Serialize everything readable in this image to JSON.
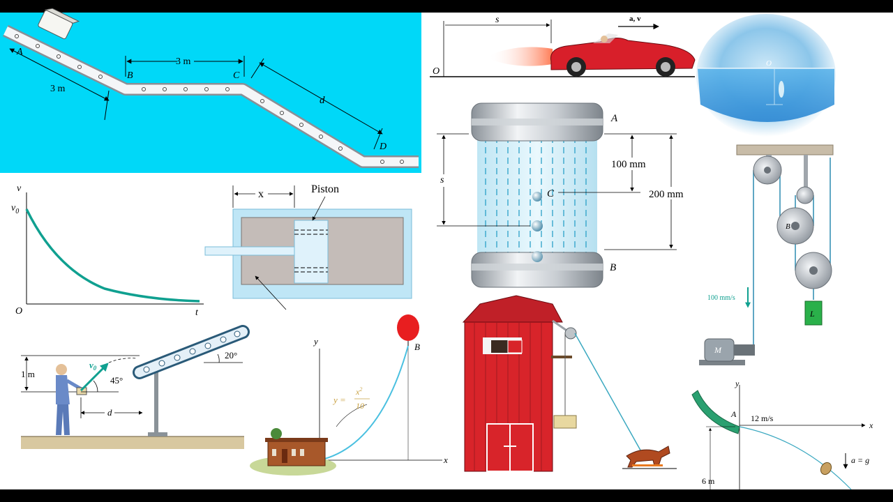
{
  "colors": {
    "frame": "#000000",
    "panel_bg": "#ffffff",
    "conveyor_bg": "#00d8f8",
    "curve": "#10a090",
    "barn_red": "#d8242a",
    "car_red": "#d81f2a",
    "water": "#4aa8e0",
    "rope": "#3aa8c0"
  },
  "conveyor": {
    "label_A": "A",
    "label_B": "B",
    "label_C": "C",
    "label_D": "D",
    "dim_top": "3 m",
    "dim_left": "3 m",
    "dim_d": "d"
  },
  "car": {
    "label_s": "s",
    "label_av": "a, v",
    "label_O": "O"
  },
  "water_drop": {
    "label_O": "O"
  },
  "cylinder": {
    "label_A": "A",
    "label_B": "B",
    "label_C": "C",
    "label_s": "s",
    "dim_100": "100 mm",
    "dim_200": "200 mm"
  },
  "pulley": {
    "label_B": "B",
    "label_L": "L",
    "label_M": "M",
    "speed": "100 mm/s"
  },
  "graph": {
    "label_v": "v",
    "label_v0": "v",
    "label_v0_sub": "0",
    "label_O": "O",
    "label_t": "t"
  },
  "piston": {
    "label_x": "x",
    "label_piston": "Piston"
  },
  "thrower": {
    "label_1m": "1 m",
    "label_v0": "v",
    "label_v0_sub": "0",
    "angle_45": "45°",
    "angle_20": "20°",
    "label_d": "d"
  },
  "balloon": {
    "label_y": "y",
    "label_x": "x",
    "label_B": "B",
    "eq_lhs": "y =",
    "eq_num": "x",
    "eq_pow": "2",
    "eq_den": "10"
  },
  "projectile": {
    "label_y": "y",
    "label_x": "x",
    "label_A": "A",
    "speed": "12 m/s",
    "label_a": "a = g",
    "height": "6 m"
  }
}
